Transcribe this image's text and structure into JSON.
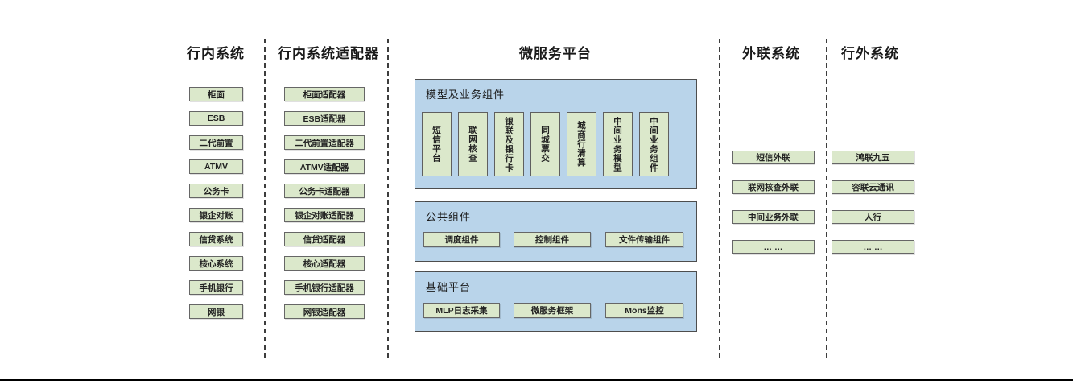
{
  "diagram": {
    "headers": {
      "internal_systems": "行内系统",
      "internal_adapters": "行内系统适配器",
      "platform": "微服务平台",
      "external_links": "外联系统",
      "outside_systems": "行外系统"
    },
    "internal_systems": [
      "柜面",
      "ESB",
      "二代前置",
      "ATMV",
      "公务卡",
      "银企对账",
      "信贷系统",
      "核心系统",
      "手机银行",
      "网银"
    ],
    "internal_adapters": [
      "柜面适配器",
      "ESB适配器",
      "二代前置适配器",
      "ATMV适配器",
      "公务卡适配器",
      "银企对账适配器",
      "信贷适配器",
      "核心适配器",
      "手机银行适配器",
      "网银适配器"
    ],
    "platform": {
      "model_section": {
        "label": "模型及业务组件",
        "boxes": [
          "短信平台",
          "联网核查",
          "银联及银行卡",
          "同城票交",
          "城商行清算",
          "中间业务模型",
          "中间业务组件"
        ]
      },
      "common_section": {
        "label": "公共组件",
        "boxes": [
          "调度组件",
          "控制组件",
          "文件传输组件"
        ]
      },
      "base_section": {
        "label": "基础平台",
        "boxes": [
          "MLP日志采集",
          "微服务框架",
          "Mons监控"
        ]
      }
    },
    "external_links": [
      "短信外联",
      "联网核查外联",
      "中间业务外联",
      "… …"
    ],
    "outside_systems": [
      "鸿联九五",
      "容联云通讯",
      "人行",
      "… …"
    ],
    "colors": {
      "green_box": "#dbe8cb",
      "blue_panel": "#b9d4ea",
      "box_border": "#666666",
      "panel_border": "#4d4d4d",
      "bottom_rule": "#000000"
    }
  }
}
